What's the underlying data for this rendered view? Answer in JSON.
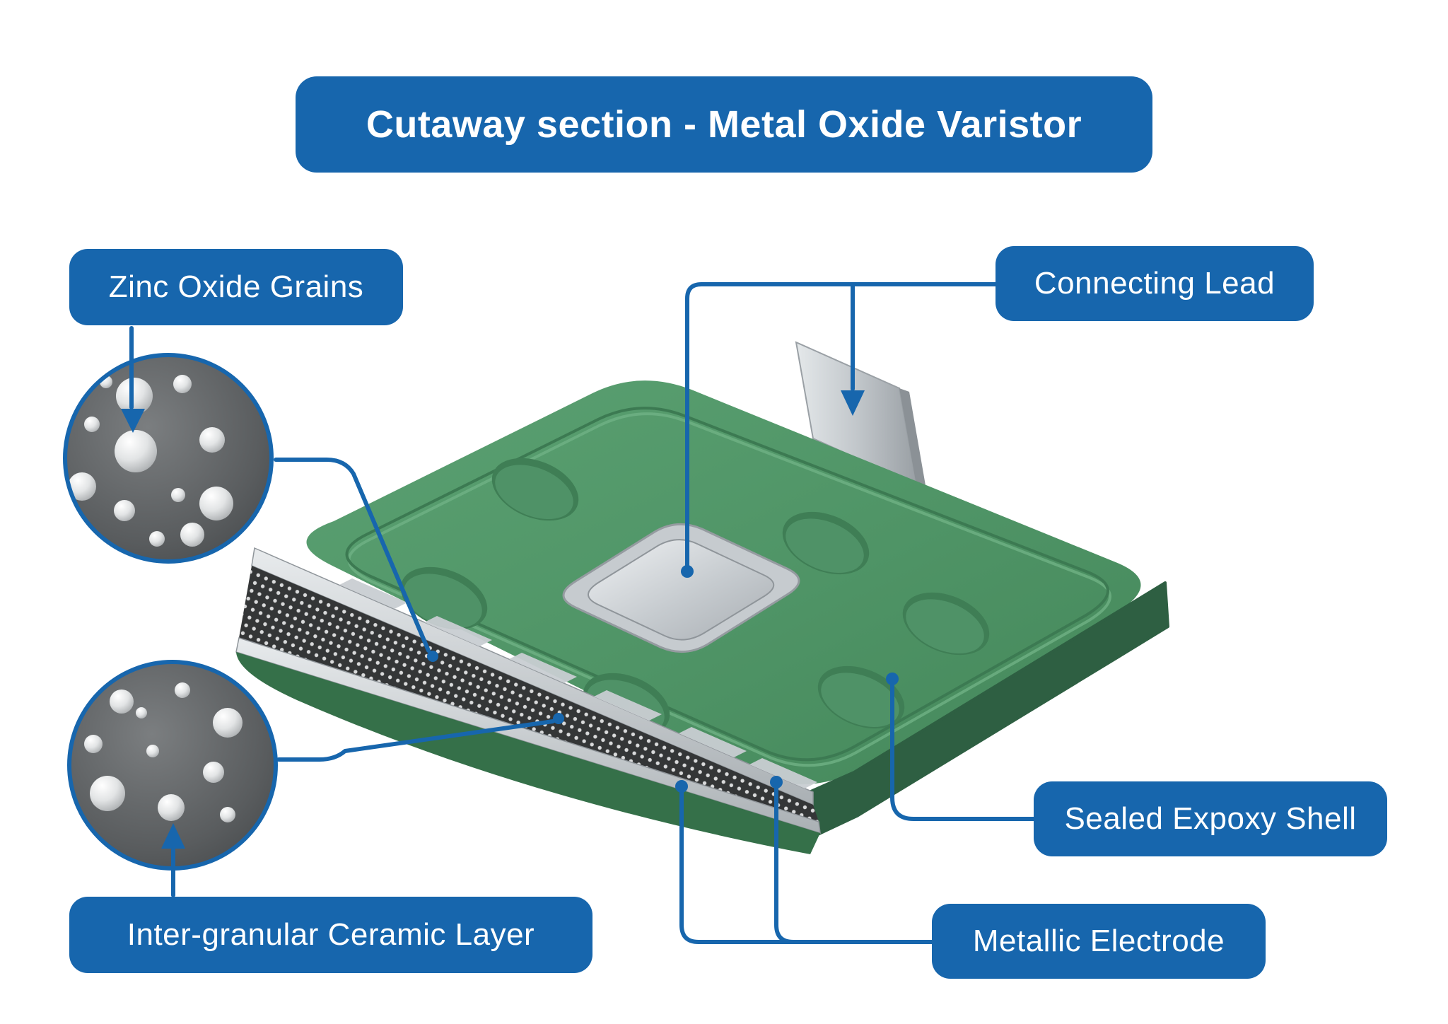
{
  "title": "Cutaway section - Metal Oxide Varistor",
  "callouts": {
    "zinc_oxide_grains": {
      "label": "Zinc Oxide Grains"
    },
    "connecting_lead": {
      "label": "Connecting Lead"
    },
    "sealed_epoxy_shell": {
      "label": "Sealed Expoxy Shell"
    },
    "metallic_electrode": {
      "label": "Metallic Electrode"
    },
    "inter_granular_ceramic_layer": {
      "label": "Inter-granular Ceramic Layer"
    }
  },
  "colors": {
    "callout_blue": "#1766ad",
    "connector_blue": "#1766ad",
    "shell_green_top": "#4f9466",
    "shell_green_side": "#2e5f42",
    "electrode_silver": "#c9ced2",
    "ceramic_dark": "#343637",
    "background": "#ffffff"
  }
}
